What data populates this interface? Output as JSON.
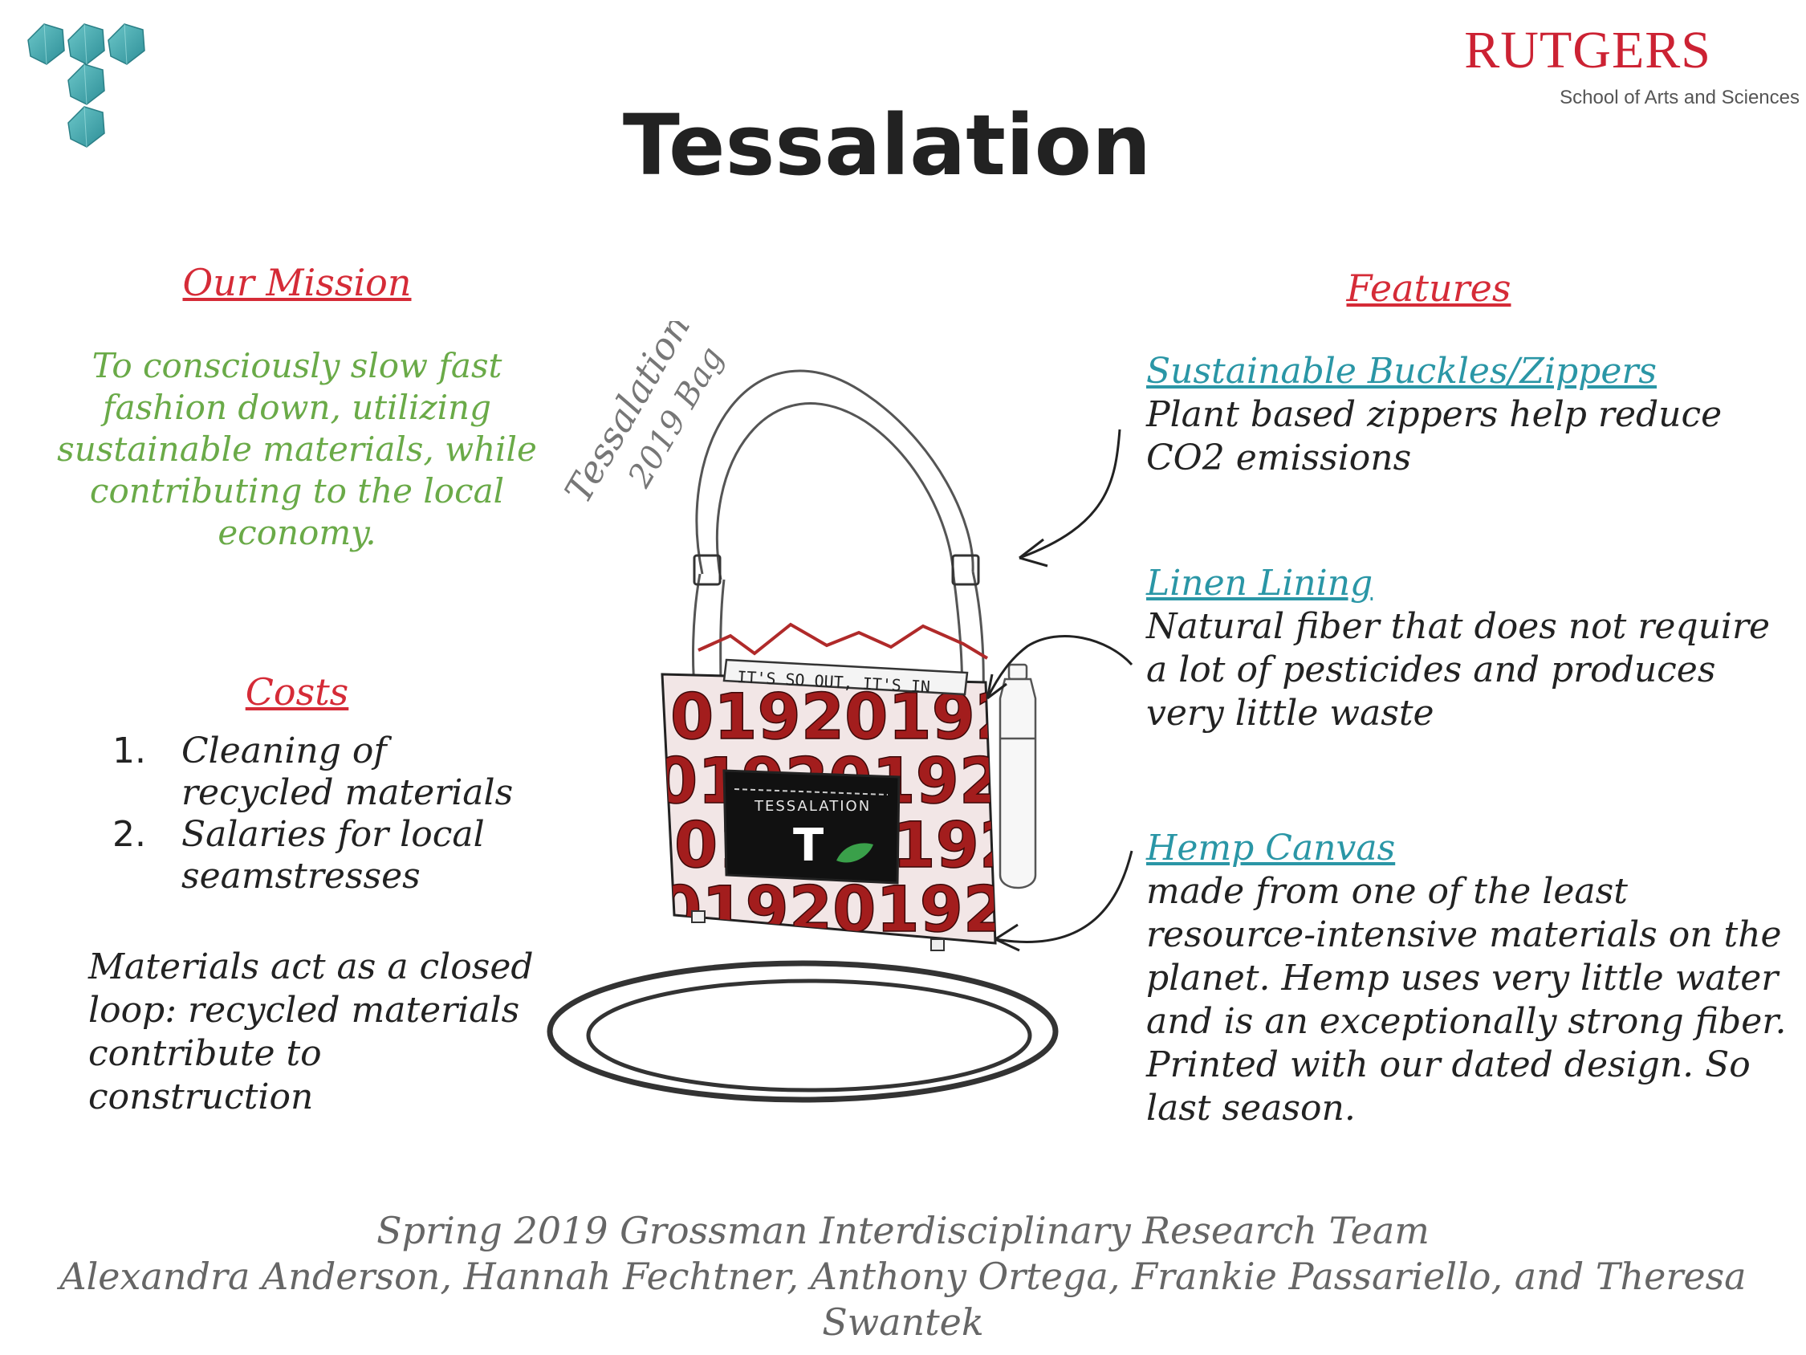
{
  "header": {
    "title": "Tessalation",
    "university": "RUTGERS",
    "school": "School of Arts and Sciences"
  },
  "mission": {
    "heading": "Our Mission",
    "text": "To consciously slow fast fashion down, utilizing sustainable materials, while contributing to the local economy."
  },
  "costs": {
    "heading": "Costs",
    "items": [
      {
        "num": "1.",
        "text": "Cleaning of recycled materials"
      },
      {
        "num": "2.",
        "text": "Salaries for local seamstresses"
      }
    ],
    "note": "Materials act as a closed loop: recycled materials contribute to construction"
  },
  "features": {
    "heading": "Features",
    "items": [
      {
        "title": "Sustainable Buckles/Zippers",
        "desc": "Plant based zippers help reduce CO2 emissions"
      },
      {
        "title": "Linen Lining",
        "desc": "Natural fiber that does not require a lot of pesticides and produces very little waste"
      },
      {
        "title": "Hemp Canvas",
        "desc": "made from one of the least resource-intensive materials on the planet. Hemp uses very little water and is an exceptionally strong fiber. Printed with our dated design. So last season."
      }
    ]
  },
  "sketch": {
    "signature_line1": "Tessalation",
    "signature_line2": "2019 Bag",
    "strap_text": "IT'S SO OUT, IT'S IN",
    "pocket_text": "TESSALATION",
    "pocket_letter": "T",
    "pattern_text": "0192019201920192",
    "colors": {
      "bag_red": "#a31d1d",
      "pocket_black": "#111111",
      "leaf_green": "#3aa04a"
    }
  },
  "footer": {
    "line1": "Spring 2019 Grossman Interdisciplinary Research Team",
    "line2": "Alexandra Anderson, Hannah Fechtner, Anthony Ortega, Frankie Passariello, and Theresa Swantek"
  },
  "colors": {
    "accent_red": "#d52b37",
    "mission_green": "#6aaa48",
    "feature_teal": "#2a96a6",
    "logo_teal": "#3aa5ad"
  },
  "icons": {
    "logo": "tessalation-cube-logo"
  }
}
